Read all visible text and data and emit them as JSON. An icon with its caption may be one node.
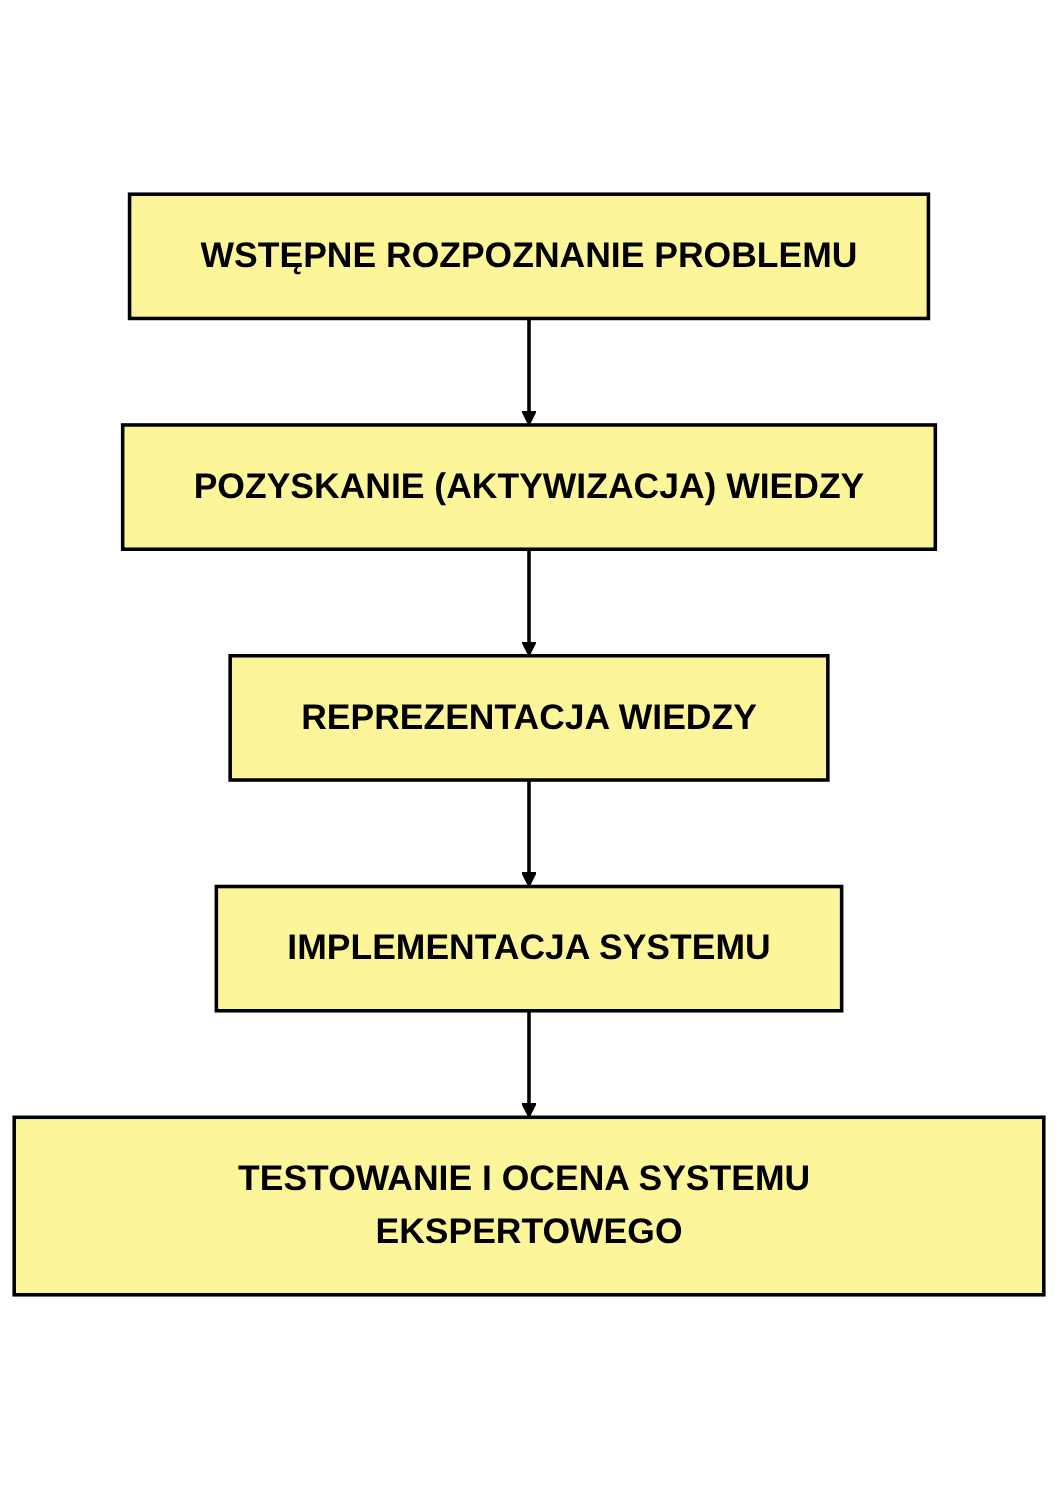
{
  "diagram": {
    "nodes": [
      {
        "text": [
          "WSTĘPNE ROZPOZNANIE PROBLEMU"
        ]
      },
      {
        "text": [
          "POZYSKANIE (AKTYWIZACJA) WIEDZY"
        ]
      },
      {
        "text": [
          "REPREZENTACJA WIEDZY"
        ]
      },
      {
        "text": [
          "IMPLEMENTACJA SYSTEMU"
        ]
      },
      {
        "text": [
          "TESTOWANIE I OCENA SYSTEMU EKSPERTOWEGO"
        ]
      }
    ],
    "edges": [
      {
        "from": 0,
        "to": 1,
        "arrow": "to"
      },
      {
        "from": 1,
        "to": 2,
        "arrow": "to"
      },
      {
        "from": 2,
        "to": 3,
        "arrow": "to"
      },
      {
        "from": 3,
        "to": 4,
        "arrow": "to"
      }
    ]
  }
}
